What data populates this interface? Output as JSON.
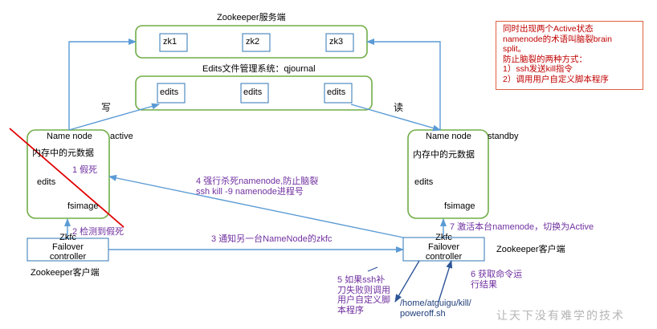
{
  "zookeeper": {
    "title": "Zookeeper服务端",
    "nodes": [
      "zk1",
      "zk2",
      "zk3"
    ]
  },
  "journal": {
    "title": "Edits文件管理系统：qjournal",
    "items": [
      "edits",
      "edits",
      "edits"
    ]
  },
  "left_namenode": {
    "title": "Name node",
    "memory": "内存中的元数据",
    "edits": "edits",
    "fsimage": "fsimage",
    "state": "active"
  },
  "right_namenode": {
    "title": "Name node",
    "memory": "内存中的元数据",
    "edits": "edits",
    "fsimage": "fsimage",
    "state": "standby"
  },
  "left_zkfc": {
    "label": "Zkfc\nFailover\ncontroller",
    "client": "Zookeeper客户端"
  },
  "right_zkfc": {
    "label": "Zkfc\nFailover\ncontroller",
    "client": "Zookeeper客户端"
  },
  "arrows": {
    "write": "写",
    "read": "读"
  },
  "steps": {
    "s1": "1 假死",
    "s2": "2 检测到假死",
    "s3": "3 通知另一台NameNode的zkfc",
    "s4_line1": "4 强行杀死namenode,防止脑裂",
    "s4_line2": "ssh kill -9 namenode进程号",
    "s5": "5 如果ssh补\n刀失败则调用\n用户自定义脚\n本程序",
    "s6": "6 获取命令运\n行结果",
    "s7": "7 激活本台namenode，切换为Active"
  },
  "script_path": "/home/atguigu/kill/\npoweroff.sh",
  "note": [
    "同时出现两个Active状态",
    "namenode的术语叫脑裂brain",
    "split。",
    "防止脑裂的两种方式：",
    "1）ssh发送kill指令",
    "2）调用用户自定义脚本程序"
  ],
  "watermark": "让天下没有难学的技术",
  "colors": {
    "green_border": "#70ad47",
    "arrow_blue": "#5b9bd5",
    "box_blue": "#2e75b6",
    "step_purple": "#7030a0",
    "note_red": "#c00000",
    "cross_red": "#e00000"
  }
}
